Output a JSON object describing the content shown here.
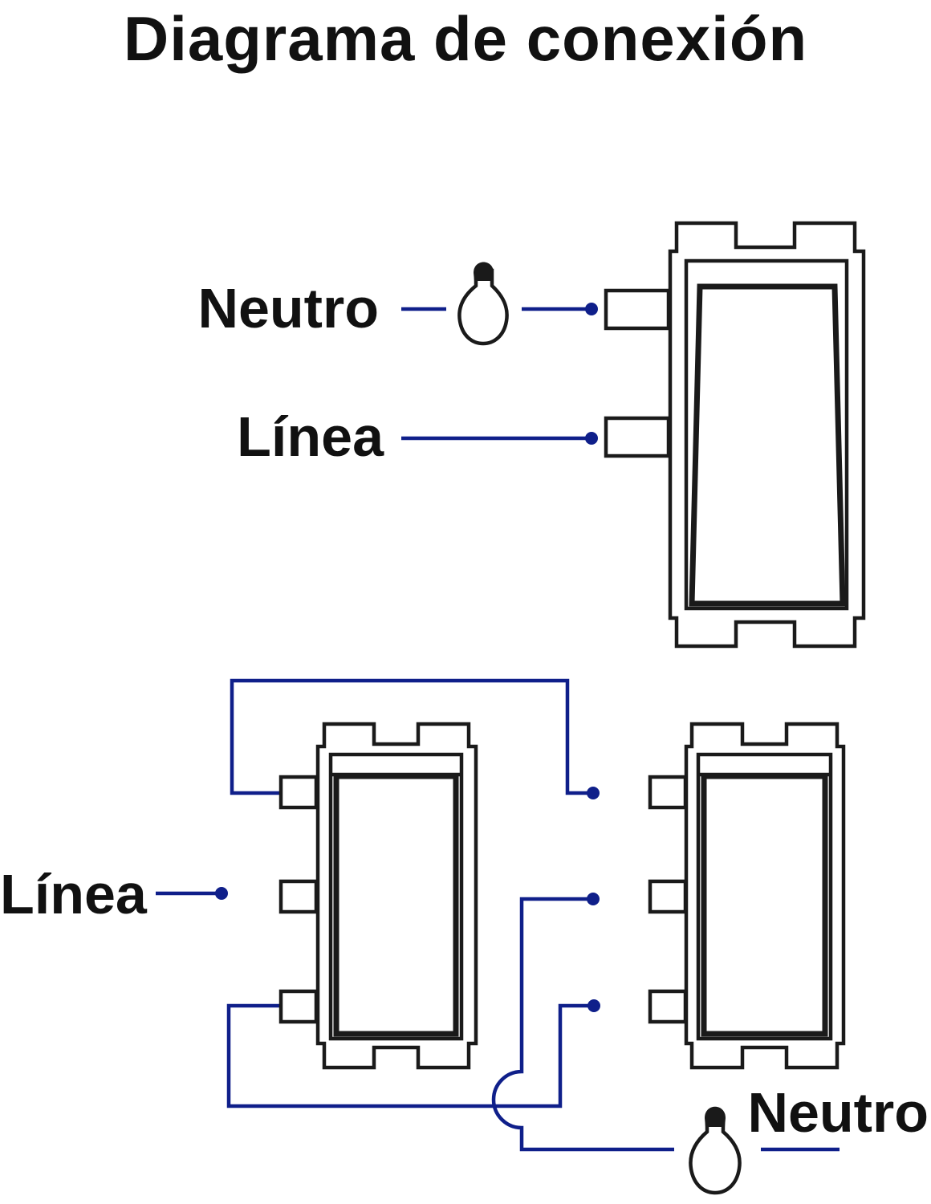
{
  "title": "Diagrama de conexión",
  "single_pole": {
    "label_neutral": "Neutro",
    "label_line": "Línea"
  },
  "three_way": {
    "label_line": "Línea",
    "label_neutral": "Neutro"
  },
  "colors": {
    "wire": "#0f1f8a",
    "outline": "#1a1a1a",
    "background": "#ffffff"
  },
  "icons": [
    "light-bulb-icon",
    "switch-icon"
  ]
}
